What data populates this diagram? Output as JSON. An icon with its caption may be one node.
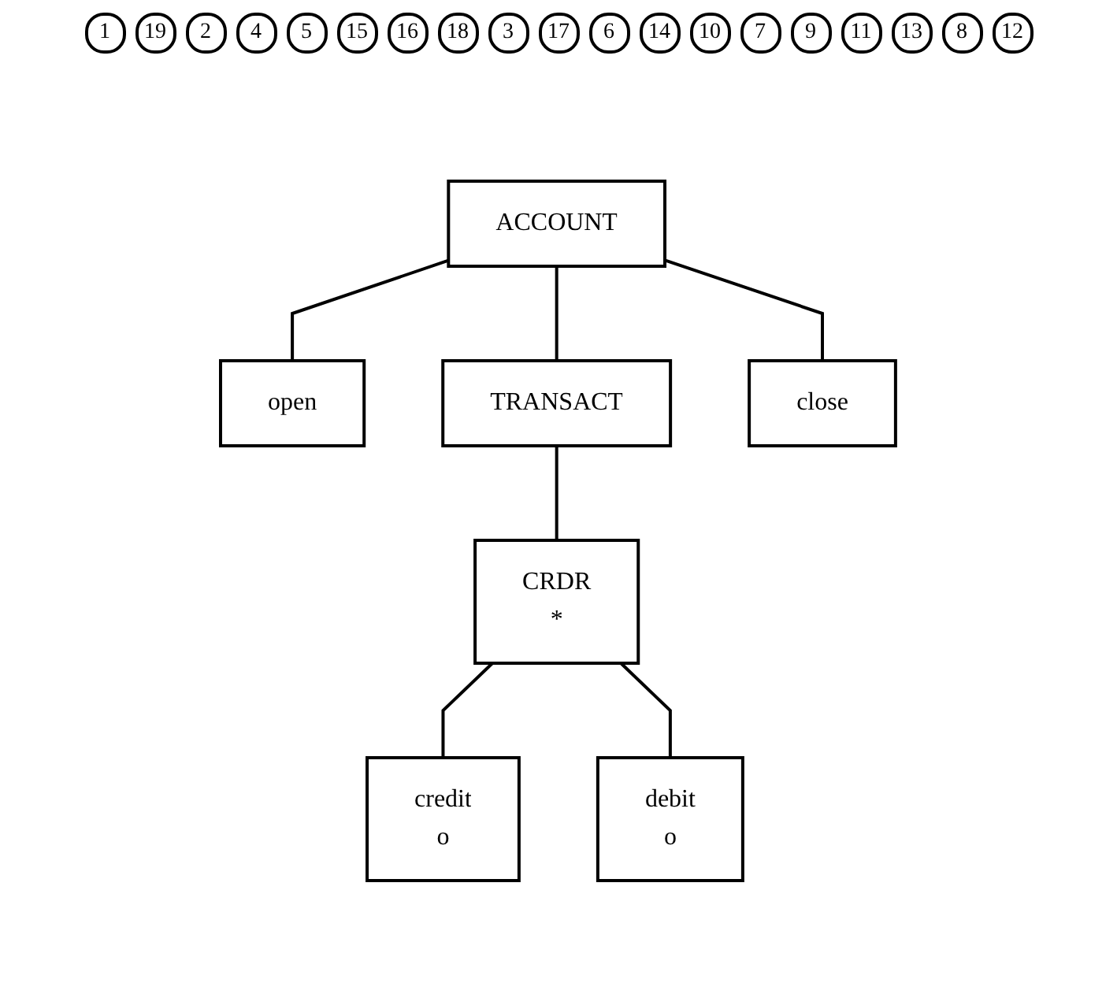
{
  "diagram": {
    "nodes": [
      {
        "text": [
          "ACCOUNT"
        ]
      },
      {
        "text": [
          "open"
        ]
      },
      {
        "text": [
          "TRANSACT"
        ]
      },
      {
        "text": [
          "close"
        ]
      },
      {
        "text": [
          "CRDR",
          "*"
        ]
      },
      {
        "text": [
          "credit",
          "o"
        ]
      },
      {
        "text": [
          "debit",
          "o"
        ]
      }
    ],
    "edges": [
      {
        "from": 0,
        "to": 1,
        "arrow": "none"
      },
      {
        "from": 0,
        "to": 2,
        "arrow": "none"
      },
      {
        "from": 0,
        "to": 3,
        "arrow": "none"
      },
      {
        "from": 2,
        "to": 4,
        "arrow": "none"
      },
      {
        "from": 4,
        "to": 5,
        "arrow": "none"
      },
      {
        "from": 4,
        "to": 6,
        "arrow": "none"
      }
    ],
    "labels": [
      "1",
      "19",
      "2",
      "4",
      "5",
      "15",
      "16",
      "18",
      "3",
      "17",
      "6",
      "14",
      "10",
      "7",
      "9",
      "11",
      "13",
      "8",
      "12"
    ]
  }
}
